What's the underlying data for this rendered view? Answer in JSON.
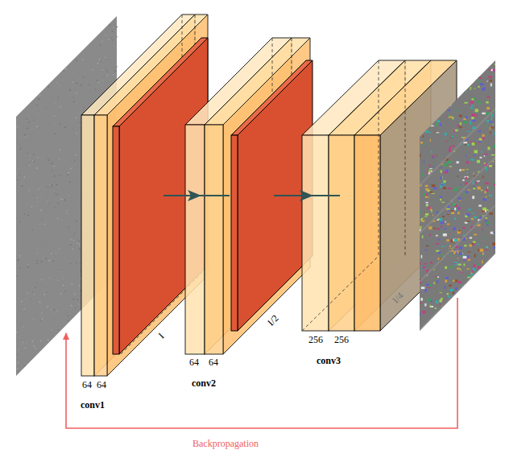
{
  "diagram": {
    "labels": [
      "64",
      "64",
      "conv1",
      "I",
      "64",
      "64",
      "conv2",
      "I/2",
      "256",
      "256",
      "conv3",
      "I/4",
      "Backpropagation"
    ]
  }
}
